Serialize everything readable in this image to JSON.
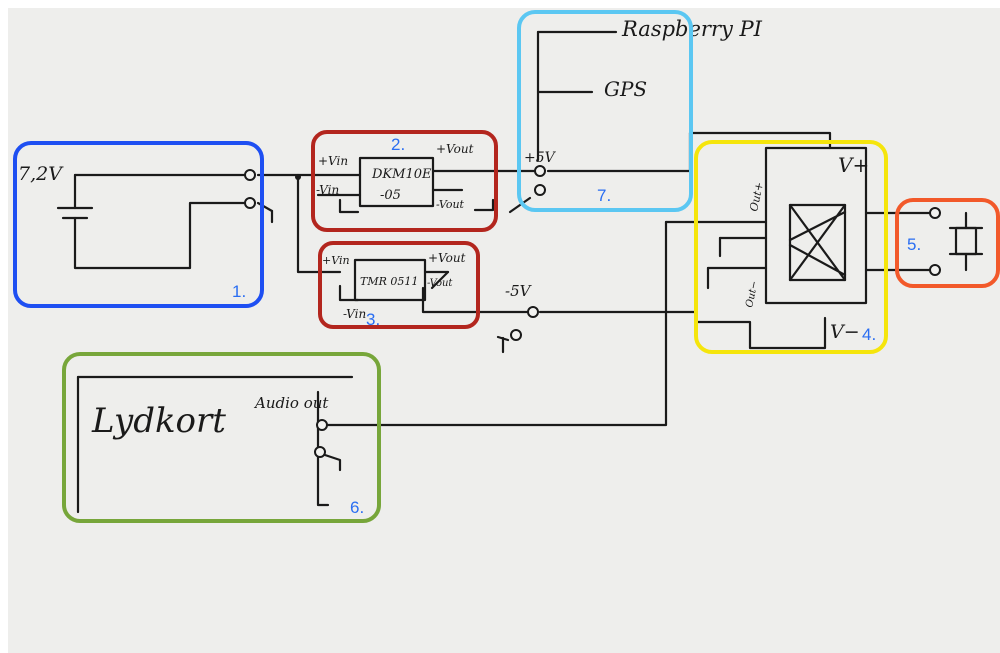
{
  "colors": {
    "board": "#eeeeec",
    "ink": "#1a1a1a",
    "box1": "#1e4ff2",
    "box2": "#b3261e",
    "box3": "#b3261e",
    "box4": "#f5e50c",
    "box5": "#f2592a",
    "box6": "#77a63a",
    "box7": "#5bc7f2",
    "number": "#2a6ef2"
  },
  "labels": {
    "battery_voltage": "7,2V",
    "dc1": {
      "vin_pos": "+Vin",
      "vin_neg": "-Vin",
      "vout_pos": "+Vout",
      "vout_neg": "-Vout",
      "name_top": "DKM10E",
      "name_bottom": "-05"
    },
    "dc2": {
      "vin_pos": "+Vin",
      "vin_neg": "-Vin",
      "vout_pos": "+Vout",
      "vout_neg": "-Vout",
      "name": "TMR 0511"
    },
    "plus5v": "+5V",
    "minus5v": "-5V",
    "raspberry": "Raspberry PI",
    "gps": "GPS",
    "vplus": "V+",
    "vminus": "V−",
    "outplus": "Out+",
    "outminus": "Out−",
    "soundcard": "Lydkort",
    "audio": "Audio out"
  },
  "numbers": {
    "n1": "1.",
    "n2": "2.",
    "n3": "3.",
    "n4": "4.",
    "n5": "5.",
    "n6": "6.",
    "n7": "7."
  }
}
